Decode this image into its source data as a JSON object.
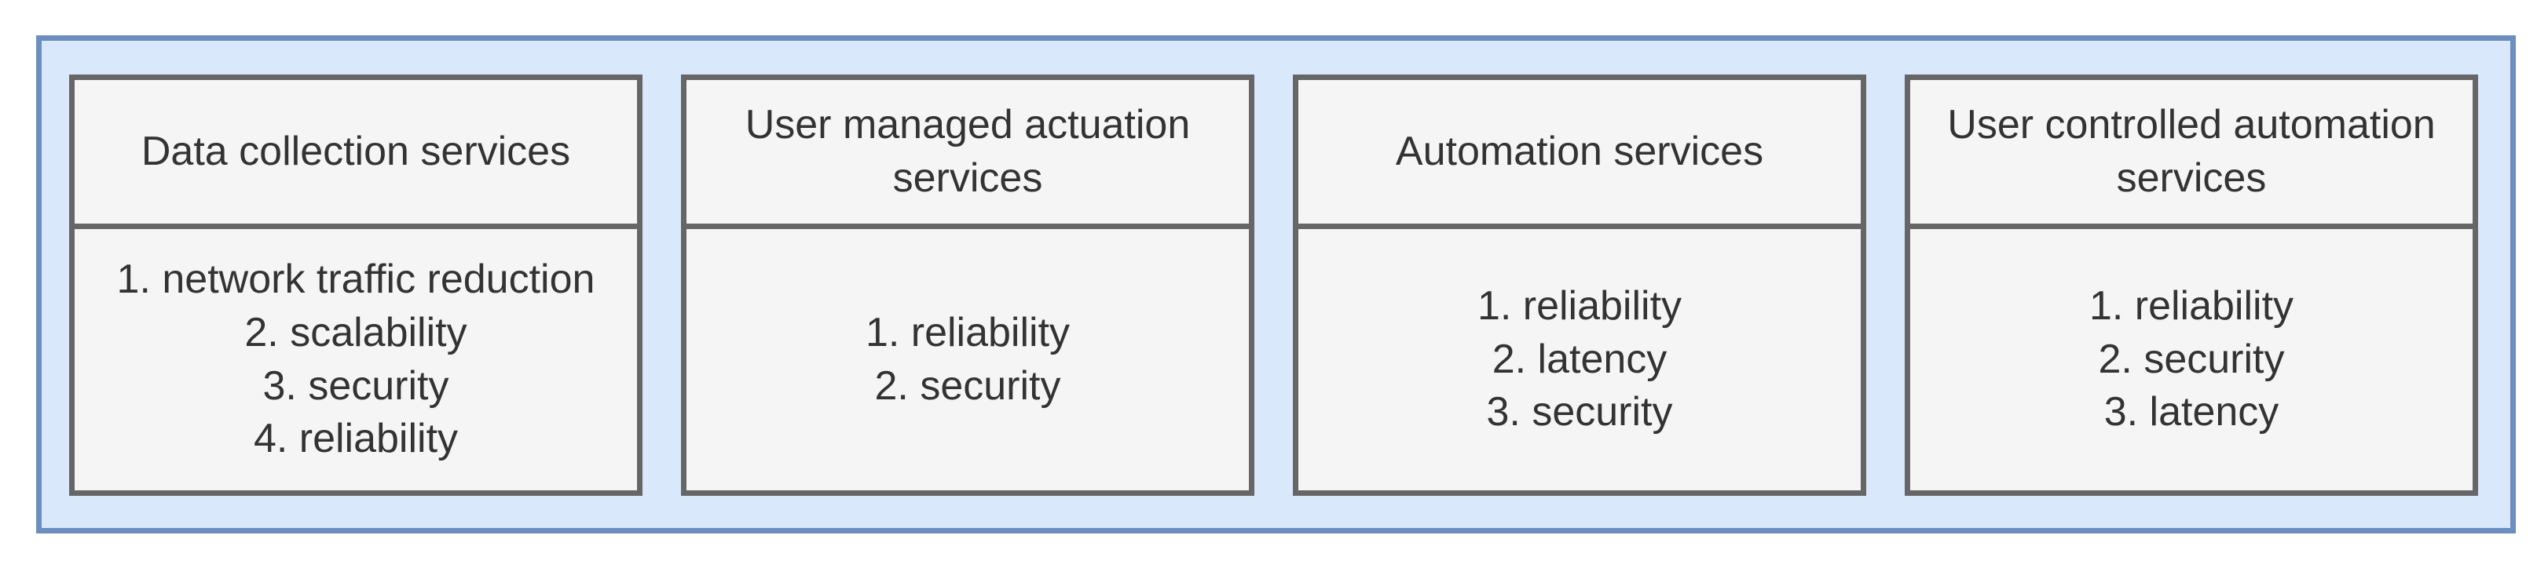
{
  "diagram": {
    "colors": {
      "panel_fill": "#dae8fc",
      "panel_border": "#6c8ebf",
      "box_fill": "#f5f5f5",
      "box_border": "#666666",
      "text": "#333333"
    },
    "boxes": [
      {
        "title": "Data collection services",
        "items": [
          "1. network traffic reduction",
          "2. scalability",
          "3. security",
          "4. reliability"
        ]
      },
      {
        "title": "User managed actuation services",
        "items": [
          "1. reliability",
          "2. security"
        ]
      },
      {
        "title": "Automation services",
        "items": [
          "1. reliability",
          "2. latency",
          "3. security"
        ]
      },
      {
        "title": "User controlled automation services",
        "items": [
          "1. reliability",
          "2. security",
          "3. latency"
        ]
      }
    ]
  }
}
